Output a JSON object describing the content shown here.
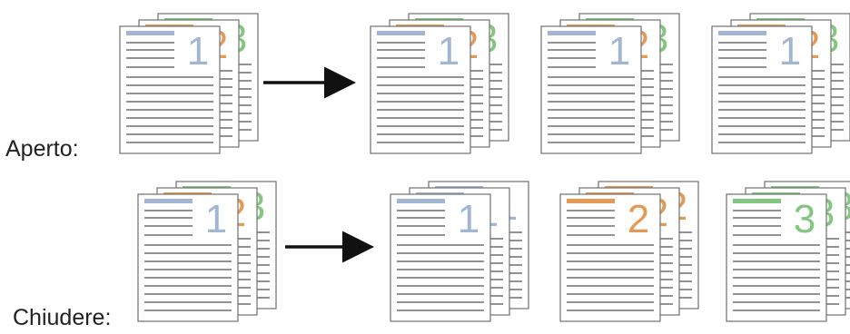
{
  "labels": {
    "open": "Aperto:",
    "close": "Chiudere:"
  },
  "colors": {
    "blue": "#a2b5d2",
    "orange": "#e29a55",
    "green": "#82c67f",
    "line": "#6e6e6e",
    "border": "#707070",
    "arrow": "#111111"
  },
  "rows": [
    {
      "name": "open",
      "input": {
        "page_numbers": [
          "1",
          "2",
          "3"
        ],
        "page_colors": [
          "blue",
          "orange",
          "green"
        ]
      },
      "outputs": [
        {
          "page_numbers": [
            "1",
            "2",
            "3"
          ],
          "page_colors": [
            "blue",
            "orange",
            "green"
          ]
        },
        {
          "page_numbers": [
            "1",
            "2",
            "3"
          ],
          "page_colors": [
            "blue",
            "orange",
            "green"
          ]
        },
        {
          "page_numbers": [
            "1",
            "2",
            "3"
          ],
          "page_colors": [
            "blue",
            "orange",
            "green"
          ]
        }
      ]
    },
    {
      "name": "close",
      "input": {
        "page_numbers": [
          "1",
          "2",
          "3"
        ],
        "page_colors": [
          "blue",
          "orange",
          "green"
        ]
      },
      "outputs": [
        {
          "page_numbers": [
            "1",
            "1",
            "1"
          ],
          "page_colors": [
            "blue",
            "blue",
            "blue"
          ]
        },
        {
          "page_numbers": [
            "2",
            "2",
            "2"
          ],
          "page_colors": [
            "orange",
            "orange",
            "orange"
          ]
        },
        {
          "page_numbers": [
            "3",
            "3",
            "3"
          ],
          "page_colors": [
            "green",
            "green",
            "green"
          ]
        }
      ]
    }
  ]
}
